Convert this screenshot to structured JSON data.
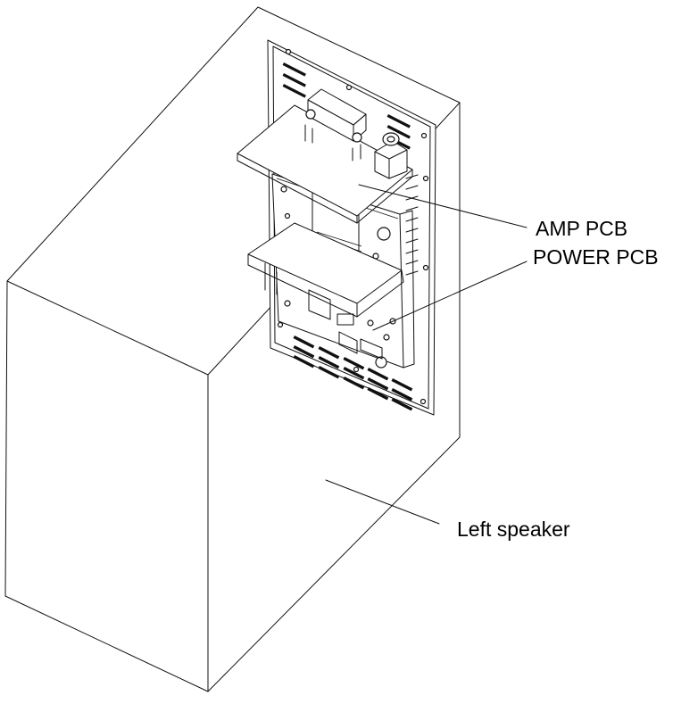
{
  "labels": {
    "amp_pcb": "AMP PCB",
    "power_pcb": "POWER PCB",
    "left_speaker": "Left speaker"
  }
}
